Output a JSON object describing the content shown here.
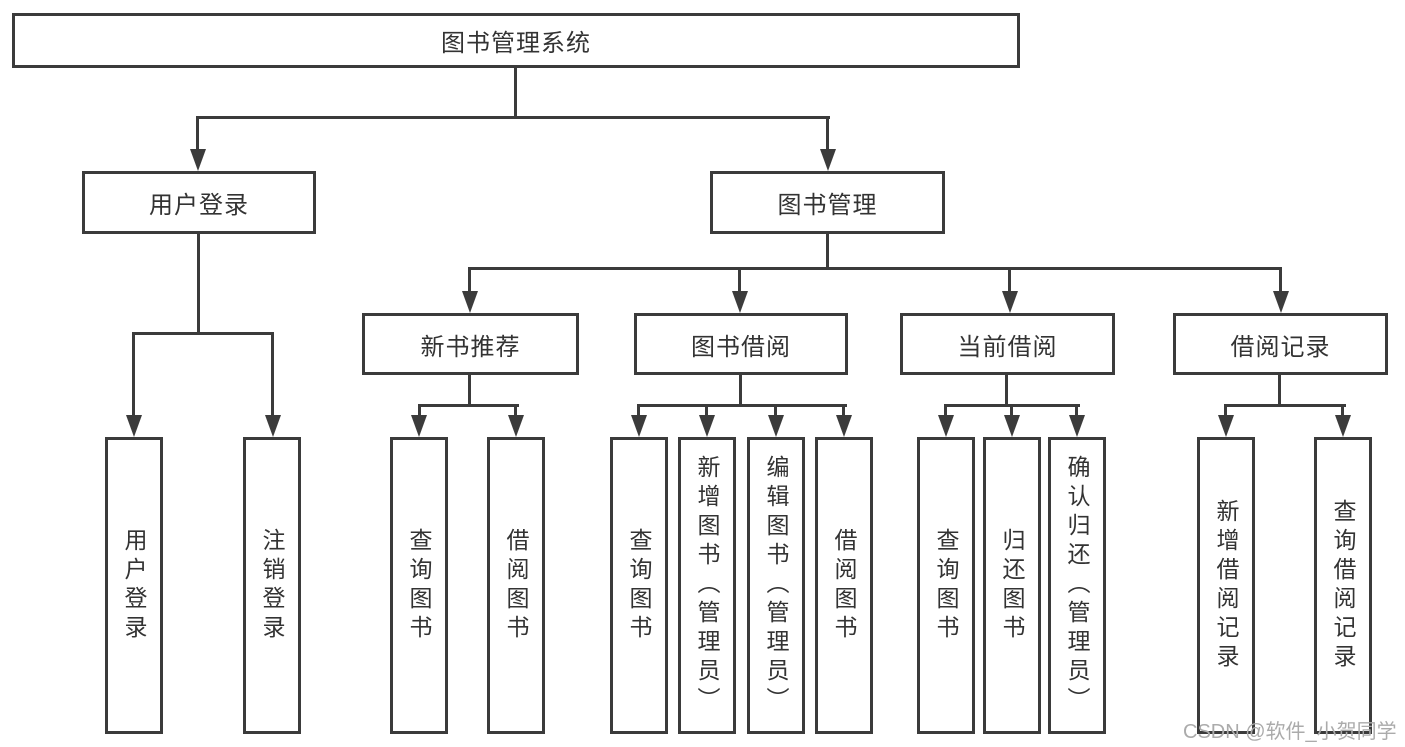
{
  "diagram": {
    "root": {
      "label": "图书管理系统"
    },
    "level2": [
      {
        "label": "用户登录"
      },
      {
        "label": "图书管理"
      }
    ],
    "level3": [
      {
        "label": "新书推荐"
      },
      {
        "label": "图书借阅"
      },
      {
        "label": "当前借阅"
      },
      {
        "label": "借阅记录"
      }
    ],
    "leaves": {
      "login": [
        {
          "label": "用户登录"
        },
        {
          "label": "注销登录"
        }
      ],
      "newbook": [
        {
          "label": "查询图书"
        },
        {
          "label": "借阅图书"
        }
      ],
      "borrow": [
        {
          "label": "查询图书"
        },
        {
          "label": "新增图书（管理员）"
        },
        {
          "label": "编辑图书（管理员）"
        },
        {
          "label": "借阅图书"
        }
      ],
      "current": [
        {
          "label": "查询图书"
        },
        {
          "label": "归还图书"
        },
        {
          "label": "确认归还（管理员）"
        }
      ],
      "record": [
        {
          "label": "新增借阅记录"
        },
        {
          "label": "查询借阅记录"
        }
      ]
    },
    "colors": {
      "line": "#3b3b3b",
      "text": "#333333",
      "box_bg": "#ffffff",
      "watermark": "#ababab"
    },
    "watermark": "CSDN @软件_小贺同学"
  }
}
